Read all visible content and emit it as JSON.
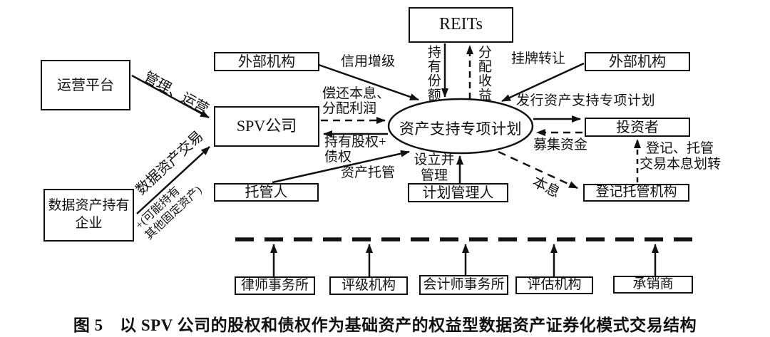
{
  "nodes": {
    "operating_platform": "运营平台",
    "data_asset_holder": "数据资产持有企业",
    "external_org_left": "外部机构",
    "spv": "SPV公司",
    "custodian": "托管人",
    "reits": "REITs",
    "abs_plan": "资产支持专项计划",
    "plan_manager": "计划管理人",
    "external_org_right": "外部机构",
    "investors": "投资者",
    "registry": "登记托管机构",
    "law_firm": "律师事务所",
    "rating_agency": "评级机构",
    "accounting_firm": "会计师事务所",
    "appraisal_agency": "评估机构",
    "underwriter": "承销商"
  },
  "edges": {
    "manage_operate": "管理、运营",
    "data_asset_trade": "数据资产交易",
    "possible_other_assets": "+(可能持有\n其他固定资产)",
    "credit_enhancement": "信用增级",
    "repay_principal_profit": "偿还本息、\n分配利润",
    "hold_equity_debt": "持有股权+\n债权",
    "asset_custody": "资产托管",
    "hold_shares": "持有份额",
    "distribute_income": "分配收益",
    "listing_transfer": "挂牌转让",
    "issue_abs_plan": "发行资产支持专项计划",
    "raise_funds": "募集资金",
    "register_custody": "登记、托管",
    "interest_transfer": "交易本息划转",
    "setup_manage": "设立并\n管理",
    "principal_interest": "本息"
  },
  "caption": "图 5　以 SPV 公司的股权和债权作为基础资产的权益型数据资产证券化模式交易结构"
}
